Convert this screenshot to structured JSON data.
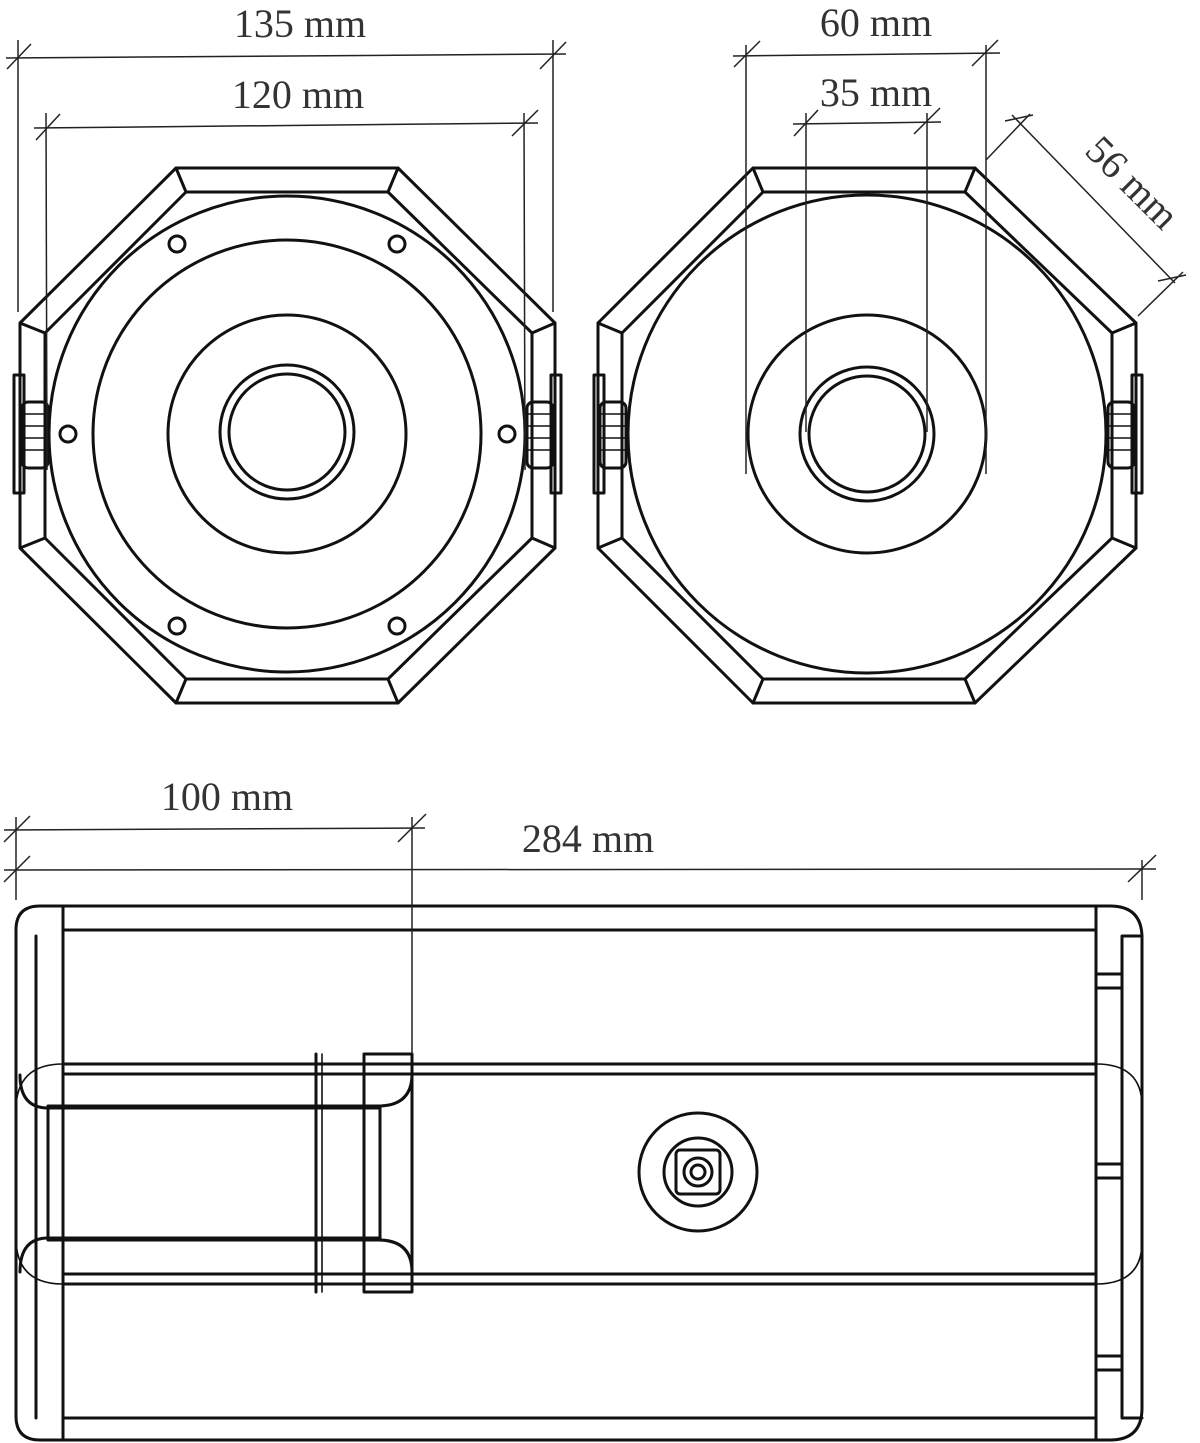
{
  "dimensions": {
    "width_135": "135 mm",
    "width_120": "120 mm",
    "width_60": "60 mm",
    "width_35": "35 mm",
    "facet_56": "56 mm",
    "length_100": "100 mm",
    "length_284": "284 mm"
  },
  "colors": {
    "line": "#111111",
    "dimension_text": "#333333",
    "background": "#ffffff"
  }
}
